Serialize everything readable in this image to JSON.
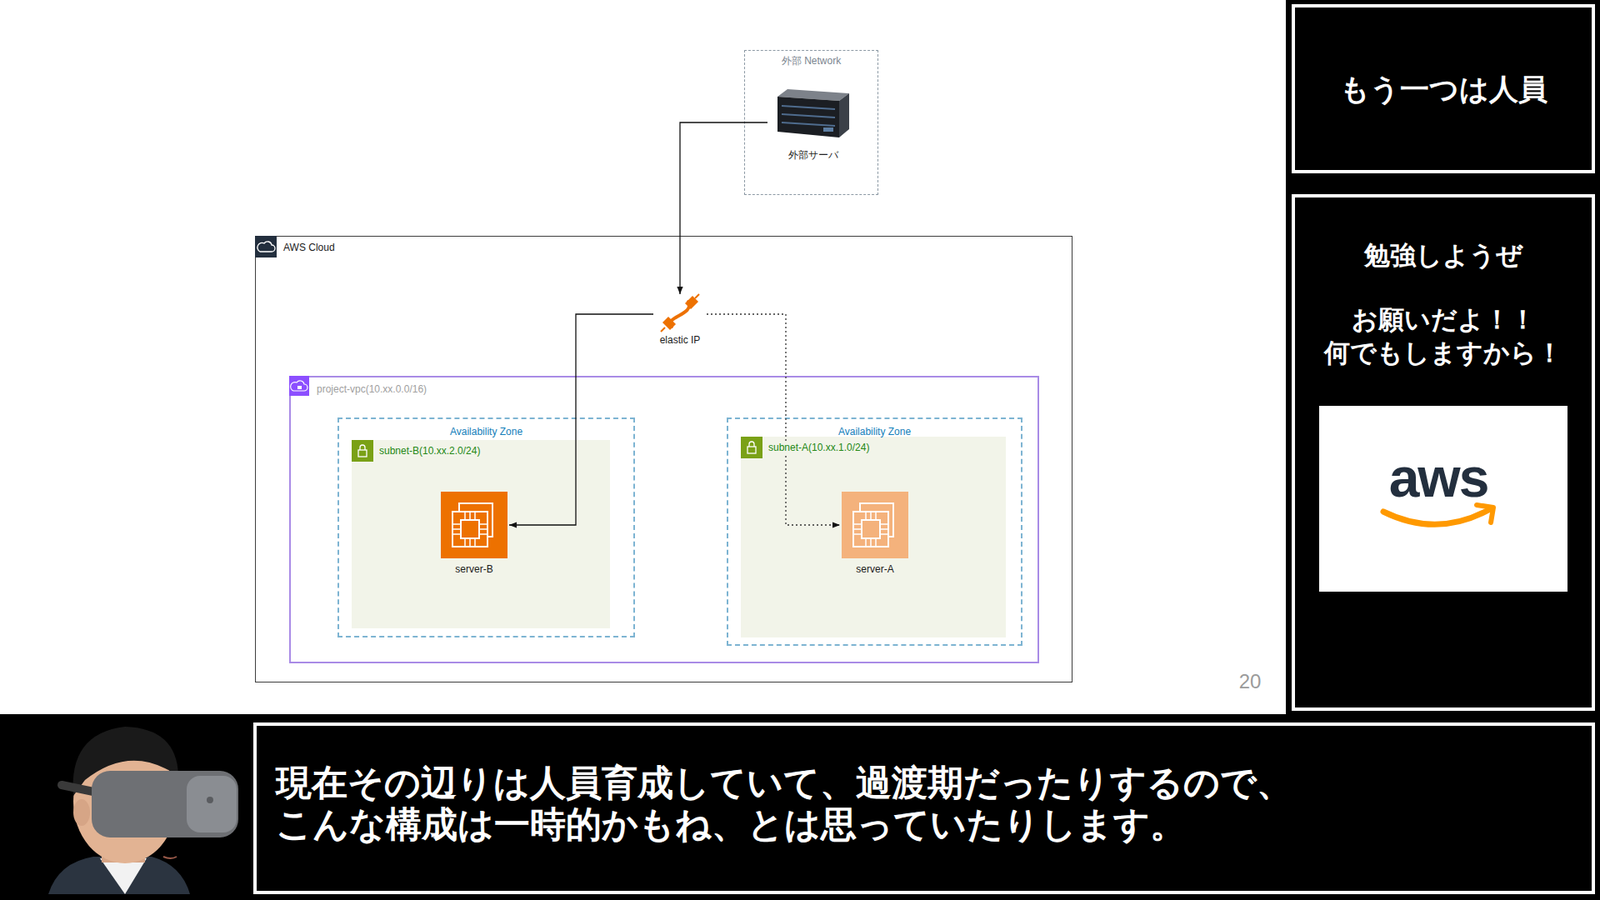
{
  "diagram": {
    "nodes": [
      {
        "text": [
          "外部 Network"
        ]
      },
      {
        "text": [
          "外部サーバ"
        ],
        "in": 0
      },
      {
        "text": [
          "AWS Cloud"
        ]
      },
      {
        "text": [
          "elastic IP"
        ],
        "in": 2
      },
      {
        "text": [
          "project-vpc(10.xx.0.0/16)"
        ],
        "in": 2
      },
      {
        "text": [
          "Availability Zone"
        ],
        "in": 4
      },
      {
        "text": [
          "subnet-B(10.xx.2.0/24)"
        ],
        "in": 5
      },
      {
        "text": [
          "server-B"
        ],
        "in": 6
      },
      {
        "text": [
          "Availability Zone"
        ],
        "in": 4
      },
      {
        "text": [
          "subnet-A(10.xx.1.0/24)"
        ],
        "in": 8
      },
      {
        "text": [
          "server-A"
        ],
        "in": 9
      },
      {
        "text": [
          "もう一つは人員"
        ]
      },
      {
        "text": [
          "勉強しようぜ",
          "お願いだよ！！ 何でもしますから！"
        ]
      },
      {
        "text": [
          "現在その辺りは人員育成していて、過渡期だったりするので、 こんな構成は一時的かもね、とは思っていたりします。"
        ]
      }
    ],
    "edges": [
      {
        "from": 1,
        "to": 3,
        "arrow": "to"
      },
      {
        "from": 3,
        "to": 7,
        "arrow": "to"
      },
      {
        "from": 3,
        "to": 10,
        "arrow": "to"
      }
    ],
    "labels": [
      "20",
      "aws"
    ]
  }
}
